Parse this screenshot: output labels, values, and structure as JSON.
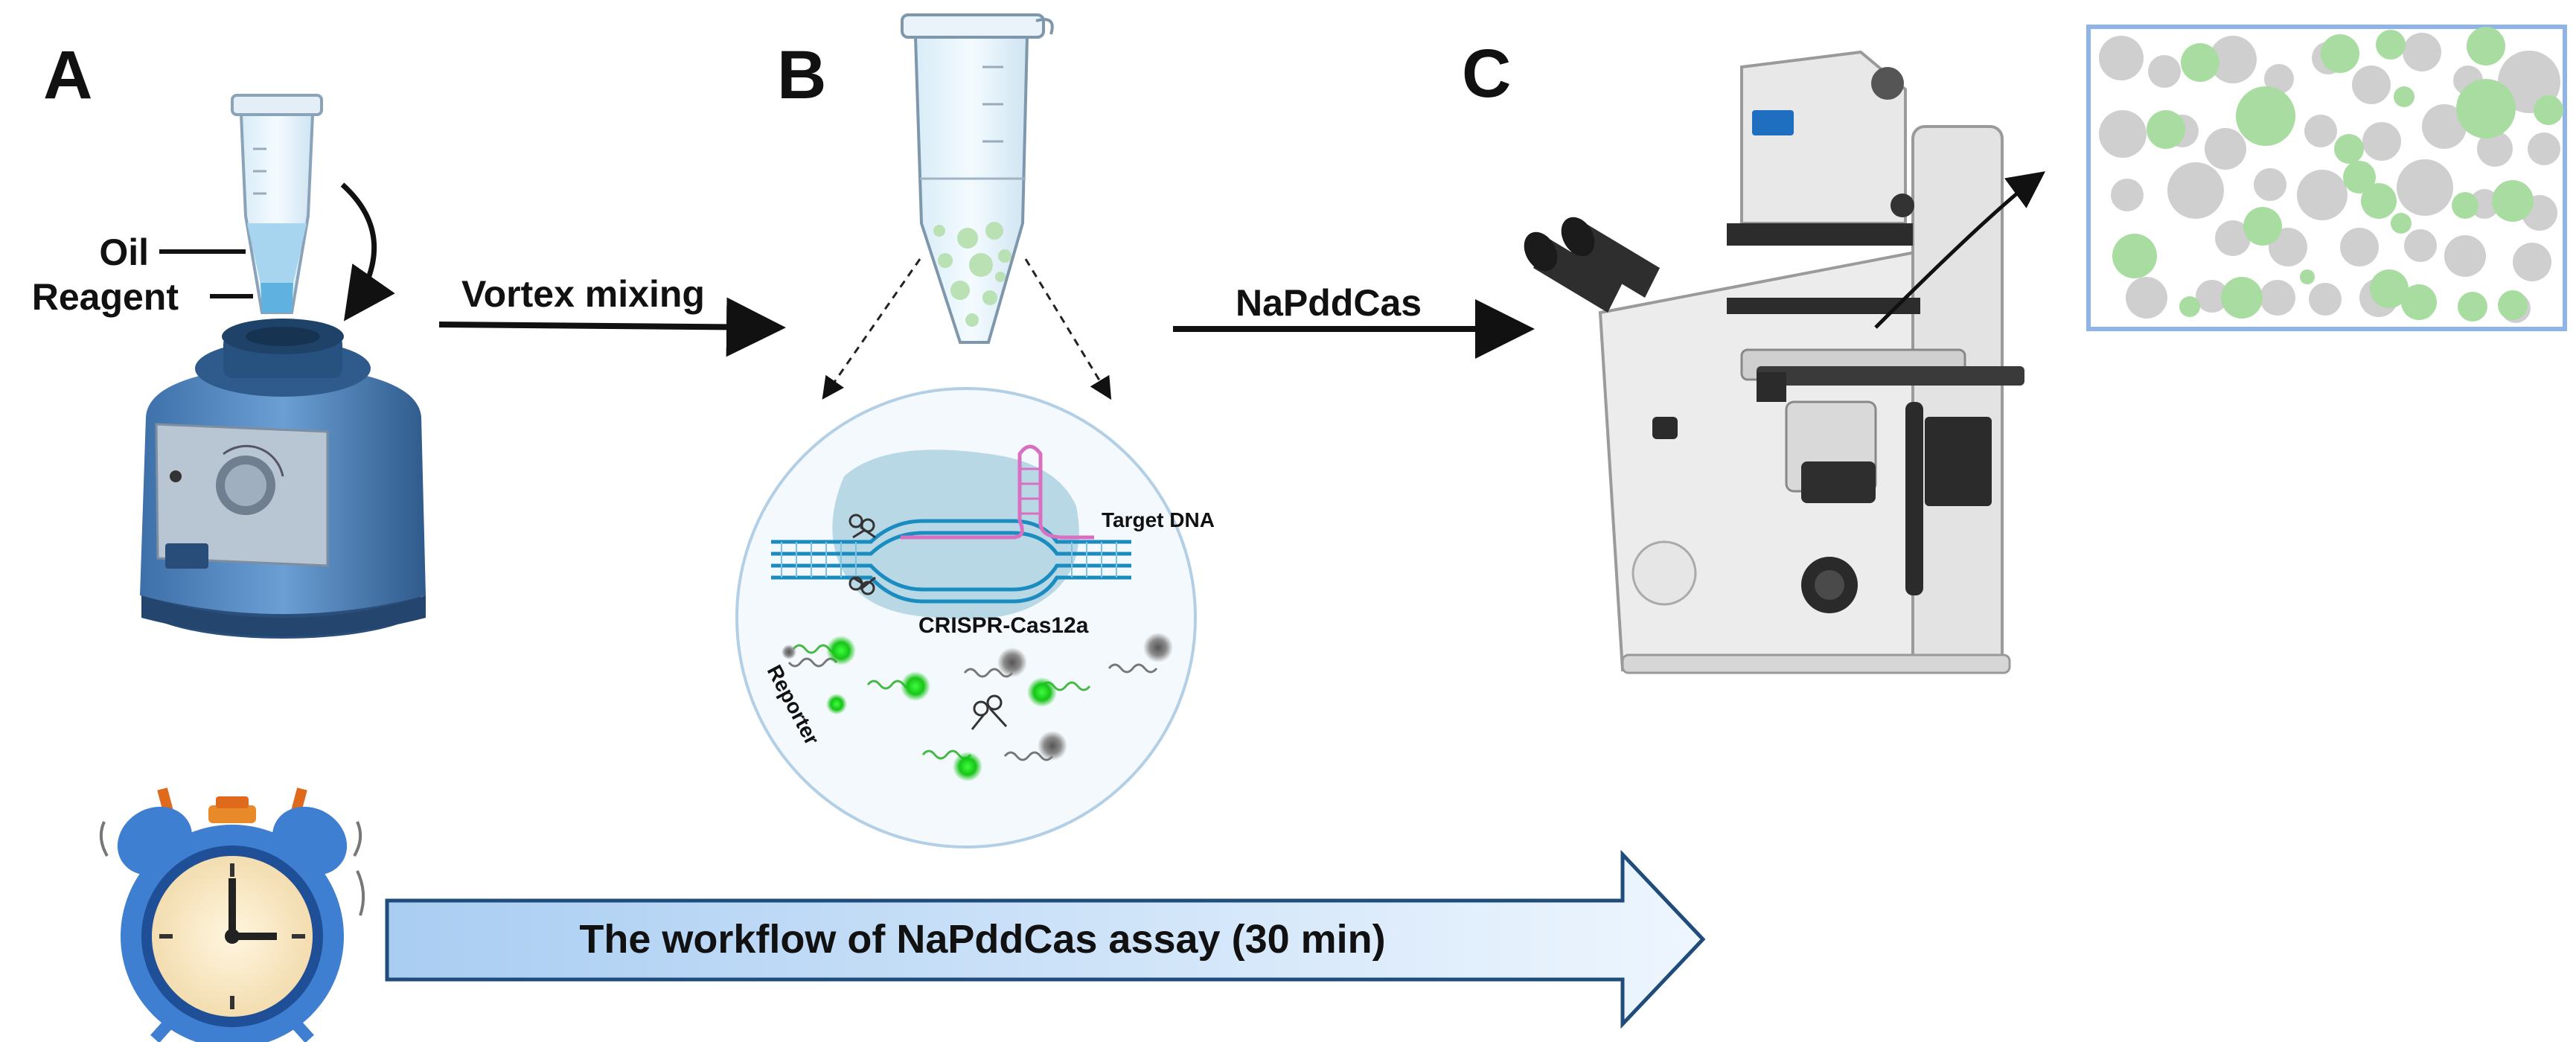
{
  "panels": {
    "a": {
      "letter": "A",
      "oil_label": "Oil",
      "reagent_label": "Reagent"
    },
    "b": {
      "letter": "B",
      "target_dna_label": "Target DNA",
      "cas_label": "CRISPR-Cas12a",
      "reporter_label": "Reporter"
    },
    "c": {
      "letter": "C"
    }
  },
  "steps": {
    "ab": "Vortex mixing",
    "bc": "NaPddCas"
  },
  "banner": {
    "text": "The workflow of NaPddCas assay (30 min)"
  },
  "colors": {
    "accent_blue": "#2f6fb0",
    "positive_green": "#a9dca0",
    "negative_gray": "#cfcfcf",
    "fluor_green": "#22d422"
  },
  "icons": [
    "vortex-mixer-icon",
    "microcentrifuge-tube-icon",
    "microscope-icon",
    "alarm-clock-icon",
    "scissors-icon"
  ]
}
